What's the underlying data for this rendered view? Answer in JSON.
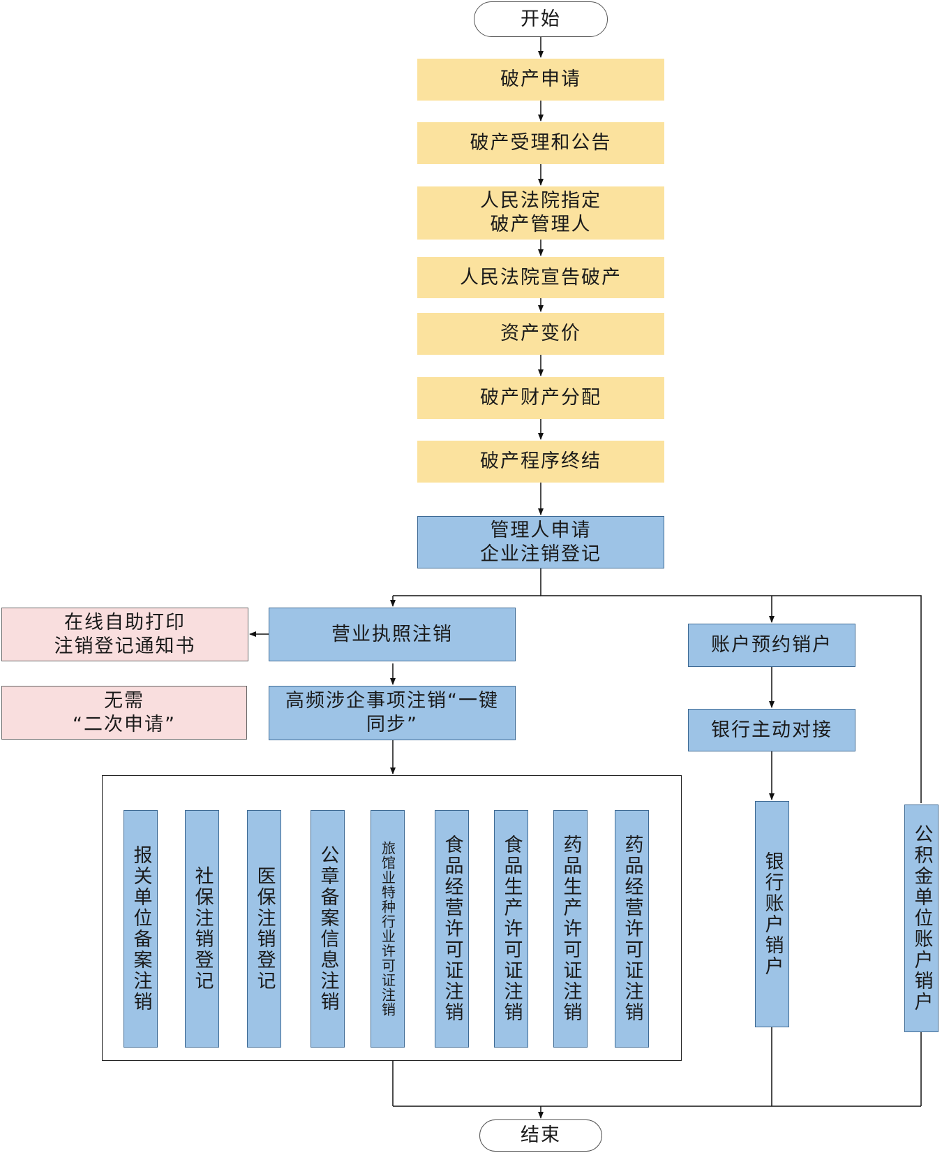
{
  "nodes": {
    "start": "开始",
    "end": "结束",
    "steps": [
      "破产申请",
      "破产受理和公告",
      "人民法院指定\n破产管理人",
      "人民法院宣告破产",
      "资产变价",
      "破产财产分配",
      "破产程序终结"
    ],
    "apply_deregistration": "管理人申请\n企业注销登记",
    "license_cancel": "营业执照注销",
    "online_print": "在线自助打印\n注销登记通知书",
    "high_freq_sync": "高频涉企事项注销“一键\n同步”",
    "no_second_apply": "无需\n“二次申请”",
    "account_reserve": "账户预约销户",
    "bank_connect": "银行主动对接",
    "bank_close": "银行账户销户",
    "fund_close": "公积金单位账户销户",
    "sync_items": [
      "报关单位备案注销",
      "社保注销登记",
      "医保注销登记",
      "公章备案信息注销",
      "旅馆业特种行业许可证注销",
      "食品经营许可证注销",
      "食品生产许可证注销",
      "药品生产许可证注销",
      "药品经营许可证注销"
    ]
  }
}
